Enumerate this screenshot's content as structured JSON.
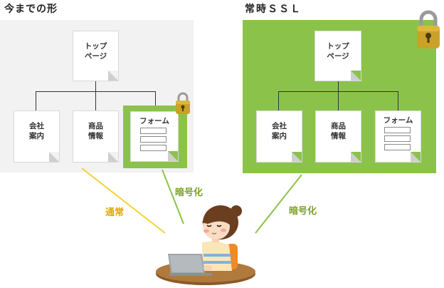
{
  "left": {
    "title": "今までの形",
    "top_page": "トップ\nページ",
    "pages": [
      "会社\n案内",
      "商品\n情報",
      "フォーム"
    ]
  },
  "right": {
    "title": "常時ＳＳＬ",
    "top_page": "トップ\nページ",
    "pages": [
      "会社\n案内",
      "商品\n情報",
      "フォーム"
    ]
  },
  "connections": {
    "normal": "通常",
    "encrypt_left": "暗号化",
    "encrypt_right": "暗号化"
  },
  "colors": {
    "green": "#8bc34a",
    "yellow_line": "#f2d33b",
    "green_text": "#7aa02a",
    "normal_text": "#e0a800"
  }
}
